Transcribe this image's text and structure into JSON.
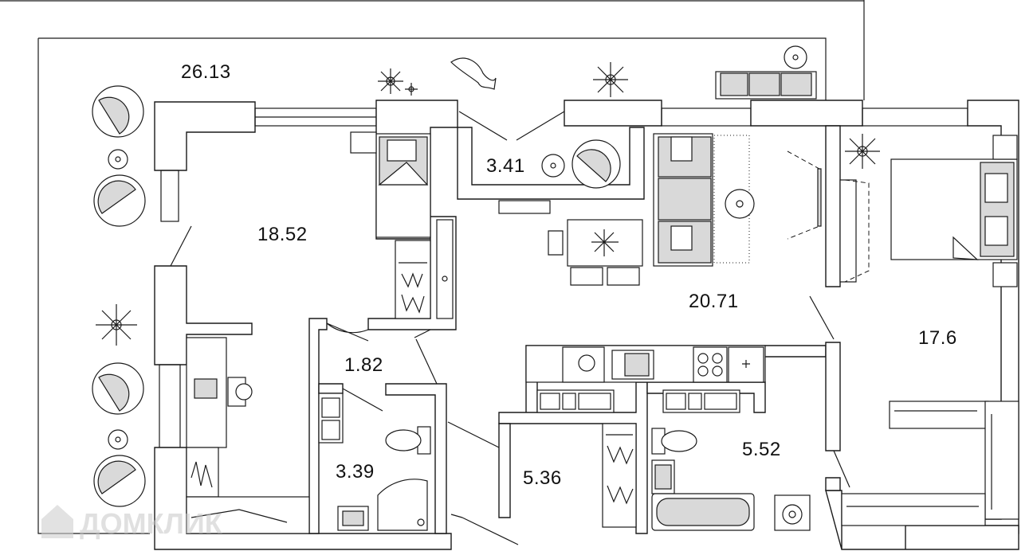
{
  "watermark": "ДОМКЛИК",
  "rooms": [
    {
      "id": "balcony",
      "area": "26.13"
    },
    {
      "id": "room-1",
      "area": "18.52"
    },
    {
      "id": "loggia-small",
      "area": "3.41"
    },
    {
      "id": "living-kitchen",
      "area": "20.71"
    },
    {
      "id": "room-2",
      "area": "17.6"
    },
    {
      "id": "corridor",
      "area": "1.82"
    },
    {
      "id": "bathroom-1",
      "area": "3.39"
    },
    {
      "id": "hall",
      "area": "5.36"
    },
    {
      "id": "bathroom-2",
      "area": "5.52"
    }
  ]
}
